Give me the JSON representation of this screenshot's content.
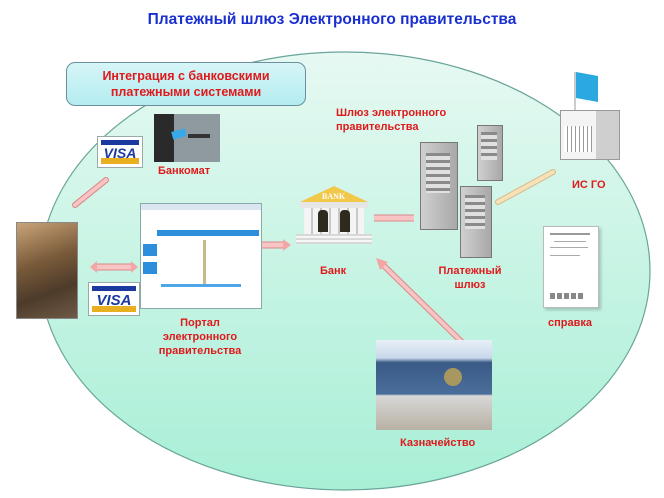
{
  "title": "Платежный шлюз Электронного правительства",
  "callout": {
    "line1": "Интеграция с банковскими",
    "line2": "платежными системами"
  },
  "nodes": {
    "atm": {
      "label": "Банкомат",
      "icon": "atm-icon"
    },
    "visa_top": {
      "label": "VISA",
      "icon": "visa-card-icon"
    },
    "visa_left": {
      "label": "VISA",
      "icon": "visa-card-icon"
    },
    "user": {
      "icon": "person-photo"
    },
    "portal": {
      "line1": "Портал электронного",
      "line2": "правительства",
      "icon": "web-portal-screenshot"
    },
    "bank": {
      "label": "Банк",
      "sign": "BANK",
      "icon": "bank-building-icon"
    },
    "gateway_group": {
      "line1": "Шлюз электронного",
      "line2": "правительства"
    },
    "payment_gateway": {
      "line1": "Платежный",
      "line2": "шлюз",
      "icon": "server-icon"
    },
    "isgo": {
      "label": "ИС ГО",
      "icon": "government-building-flag-icon"
    },
    "certificate": {
      "label": "справка",
      "icon": "document-icon"
    },
    "treasury": {
      "label": "Казначейство",
      "icon": "treasury-building-photo"
    }
  },
  "colors": {
    "title": "#1a2fd0",
    "label": "#e0191b",
    "ellipse_fill": "#b2f0dc",
    "arrow_pink": "#f4a6a6",
    "arrow_beige": "#f2d9a8"
  }
}
